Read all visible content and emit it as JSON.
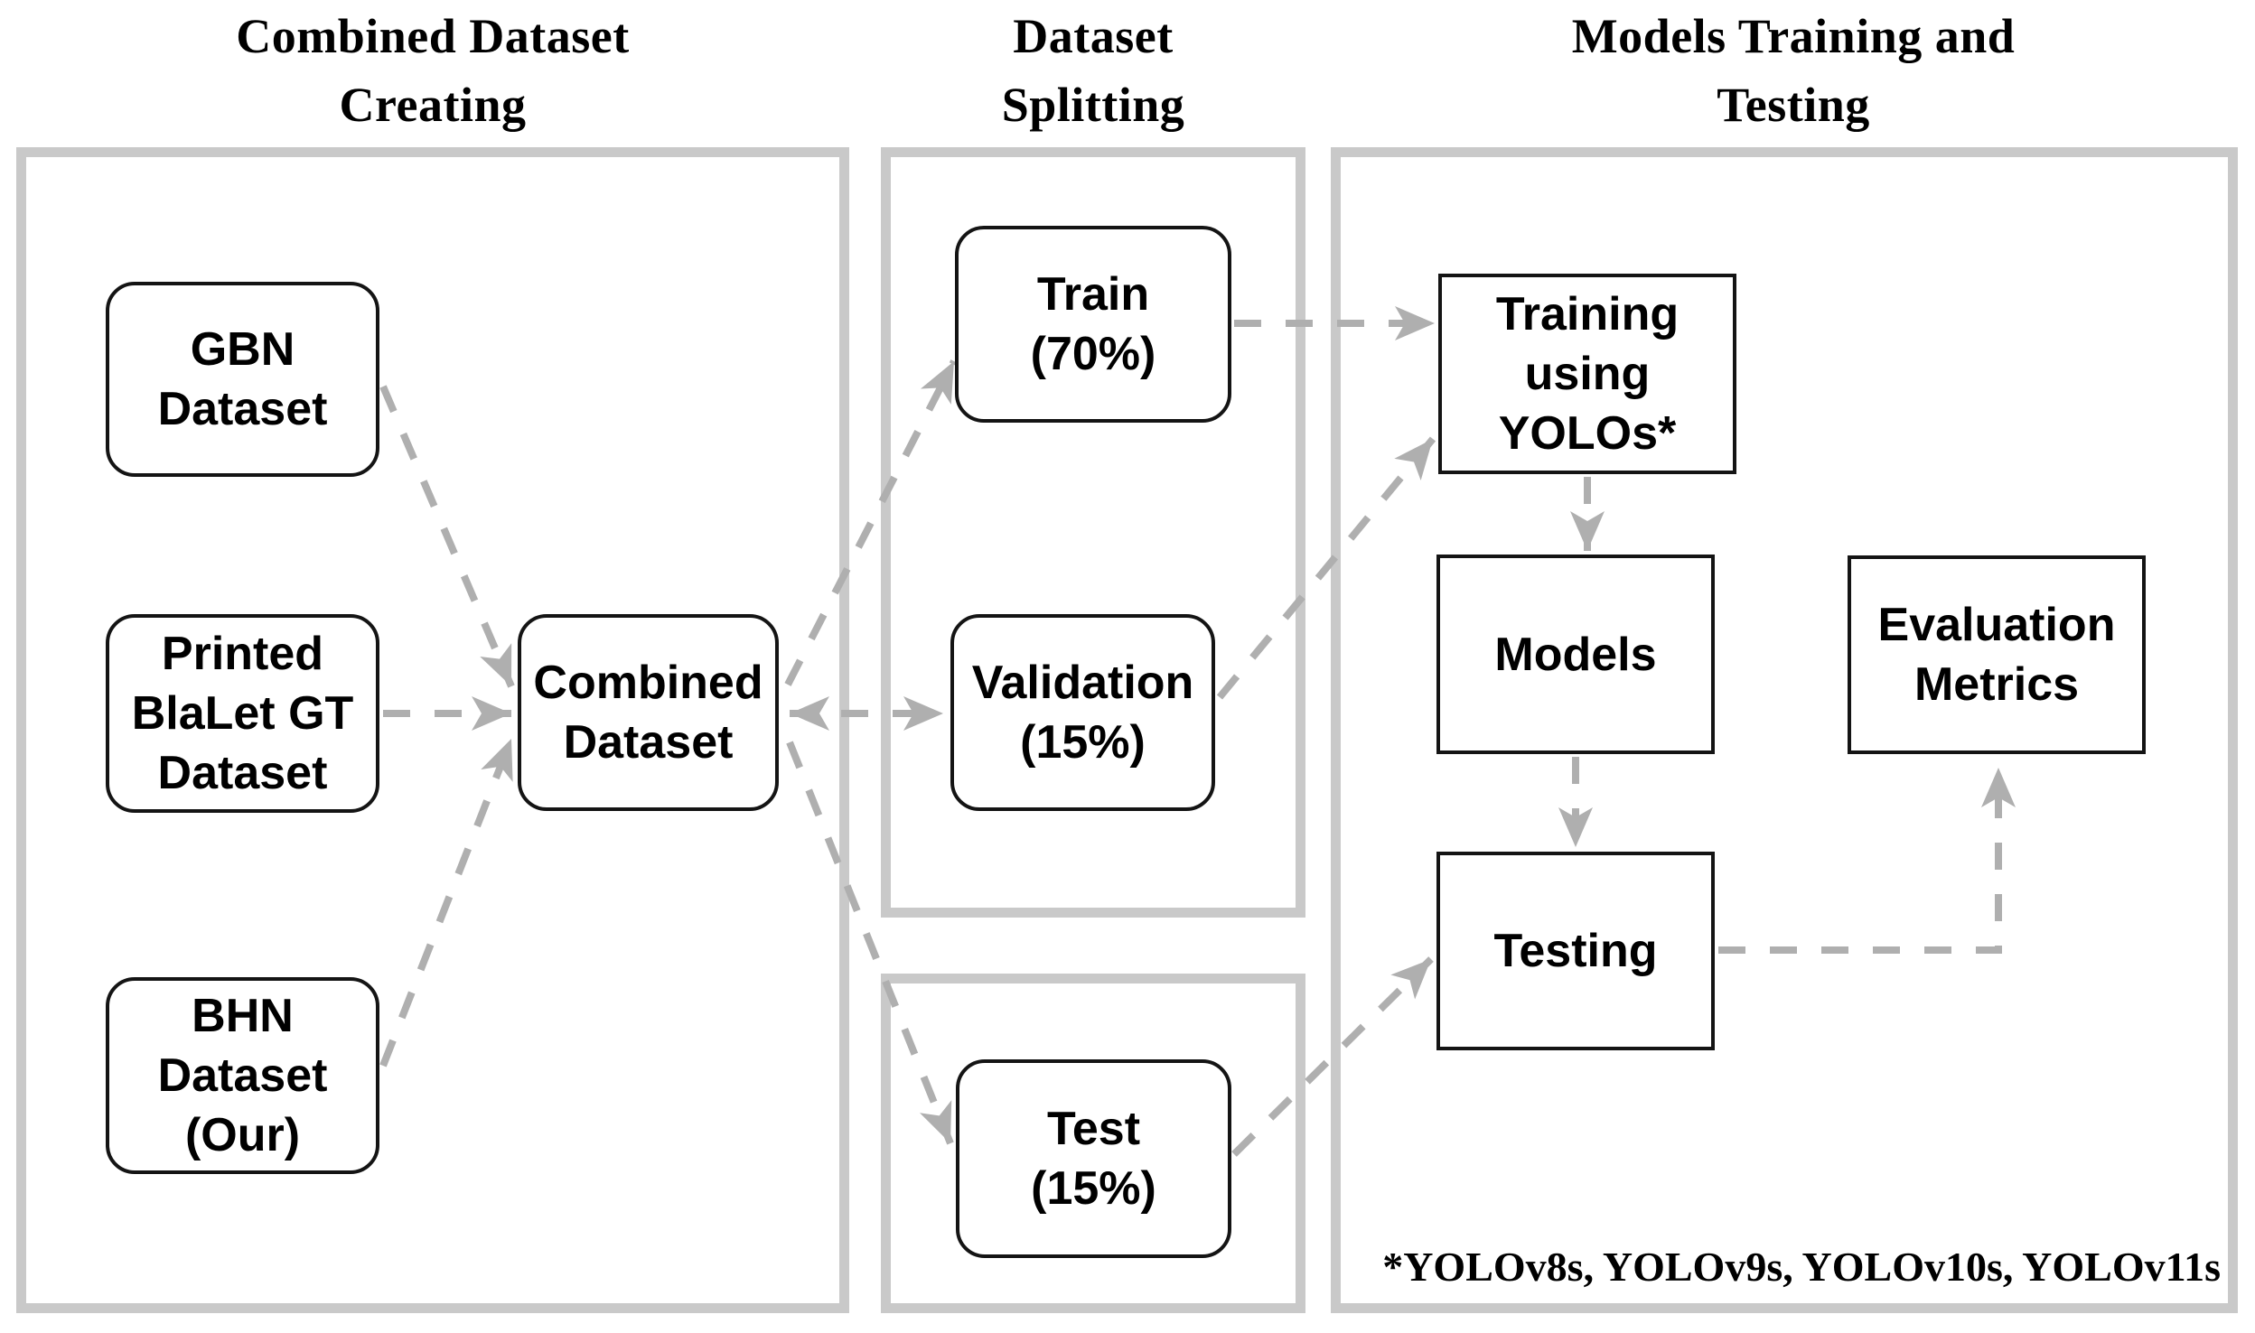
{
  "titles": {
    "col1": "Combined Dataset\nCreating",
    "col2": "Dataset\nSplitting",
    "col3": "Models Training and\nTesting"
  },
  "nodes": {
    "gbn": {
      "label": "GBN\nDataset"
    },
    "printed": {
      "label": "Printed\nBlaLet GT\nDataset"
    },
    "bhn": {
      "label": "BHN\nDataset\n(Our)"
    },
    "combined": {
      "label": "Combined\nDataset"
    },
    "train": {
      "label": "Train\n(70%)"
    },
    "validation": {
      "label": "Validation\n(15%)"
    },
    "test": {
      "label": "Test\n(15%)"
    },
    "training_yolos": {
      "label": "Training\nusing\nYOLOs*"
    },
    "models": {
      "label": "Models"
    },
    "testing": {
      "label": "Testing"
    },
    "evaluation": {
      "label": "Evaluation\nMetrics"
    }
  },
  "edges": [
    {
      "from": "GBN Dataset",
      "to": "Combined Dataset"
    },
    {
      "from": "Printed BlaLet GT Dataset",
      "to": "Combined Dataset"
    },
    {
      "from": "BHN Dataset (Our)",
      "to": "Combined Dataset"
    },
    {
      "from": "Combined Dataset",
      "to": "Train (70%)"
    },
    {
      "from": "Combined Dataset",
      "to": "Validation (15%)"
    },
    {
      "from": "Combined Dataset",
      "to": "Test (15%)"
    },
    {
      "from": "Train (70%)",
      "to": "Training using YOLOs*"
    },
    {
      "from": "Validation (15%)",
      "to": "Training using YOLOs*"
    },
    {
      "from": "Training using YOLOs*",
      "to": "Models"
    },
    {
      "from": "Models",
      "to": "Testing"
    },
    {
      "from": "Test (15%)",
      "to": "Testing"
    },
    {
      "from": "Testing",
      "to": "Evaluation Metrics"
    }
  ],
  "footnote": "*YOLOv8s, YOLOv9s, YOLOv10s, YOLOv11s",
  "colors": {
    "panel_border": "#c9c9c9",
    "arrow": "#afafaf",
    "node_border": "#141414",
    "text": "#000000",
    "background": "#ffffff"
  }
}
